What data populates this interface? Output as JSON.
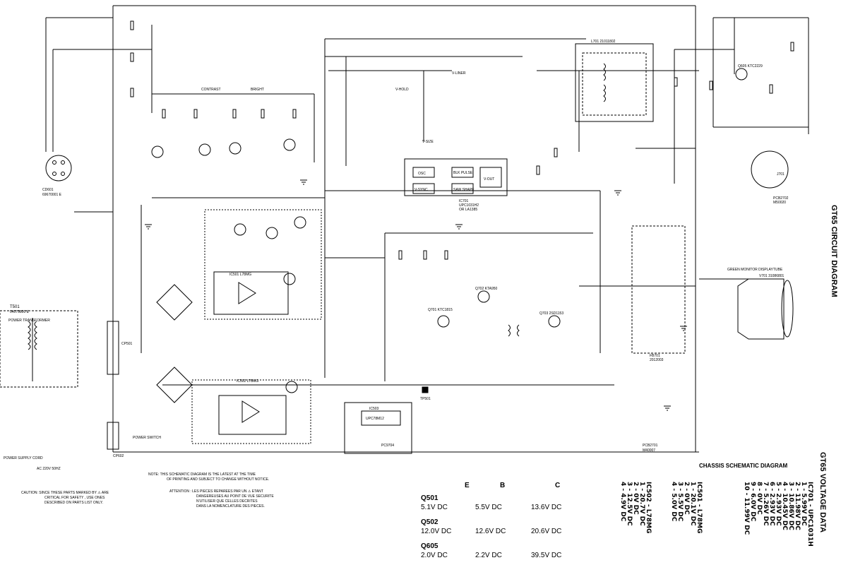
{
  "title": "GT65 CIRCUIT DIAGRAM",
  "chassis_title": "CHASSIS SCHEMATIC DIAGRAM",
  "voltage_title": "GT65 VOLTAGE DATA",
  "notes": {
    "note_line1": "NOTE: THIS SCHEMATIC DIAGRAM IS THE LATEST AT THE TIME",
    "note_line2": "OF PRINTING AND SUBJECT TO CHANGE WITHOUT NOTICE.",
    "caution_line1": "CAUTION: SINCE THESE PARTS MARKED BY ⚠ ARE",
    "caution_line2": "CRITICAL FOR SAFETY , USE ONES",
    "caution_line3": "DESCRIBED ON PARTS LIST ONLY.",
    "attention_line1": "ATTENTION : LES PIECES REPAREES PAR UN ⚠ ETANT",
    "attention_line2": "DANGEREUSES AU POINT DE VUE SECURITE",
    "attention_line3": "N'UTILISER QUE CELLES DECRITES",
    "attention_line4": "DANS LA NOMENCLATURE DES PIECES."
  },
  "voltage_table": {
    "headers": [
      "E",
      "B",
      "C"
    ],
    "rows": [
      {
        "name": "Q501",
        "values": [
          "5.1V DC",
          "5.5V DC",
          "13.6V DC"
        ]
      },
      {
        "name": "Q502",
        "values": [
          "12.0V DC",
          "12.6V DC",
          "20.6V DC"
        ]
      },
      {
        "name": "Q605",
        "values": [
          "2.0V DC",
          "2.2V DC",
          "39.5V DC"
        ]
      }
    ]
  },
  "ic_groups": [
    {
      "title": "IC502 - L78MG",
      "lines": [
        "1 - 20.7V DC",
        "2 - 0V DC",
        "3 - 12.5V DC",
        "4 - 4.9V DC"
      ]
    },
    {
      "title": "IC501 - L78MG",
      "lines": [
        "1 - 20.1V DC",
        "2 - 0V DC",
        "3 - 5.5V DC",
        "4 - 5.0V DC"
      ]
    },
    {
      "title": "IC701 - UPC1031H",
      "lines": [
        "1 - 5.99V DC",
        "2 - 11.98V DC",
        "3 - 10.86V DC",
        "4 - 10.45V DC",
        "5 - 2.93V DC",
        "6 - 2.93V DC",
        "7 - 5.26V DC",
        "8 - 0V DC",
        "9 - 6.0V DC",
        "10 - 11.99V DC"
      ]
    }
  ],
  "blocks": {
    "l701": "L701  21011802",
    "crt_label": "GREEN MONITOR DISPLAYTUBE",
    "v701": "V701  31086801",
    "t501": "T501",
    "t501_part": "04079800 E",
    "power_transformer": "POWER TRANSFORMER",
    "power_cord": "POWER SUPPLY CORD",
    "cp602": "CP602",
    "ac_rating": "AC 220V 50HZ",
    "power_switch": "POWER SWITCH",
    "cp501": "CP501",
    "ic501": "IC501  L78MG",
    "ic502": "IC502  L78MG",
    "ic503": "IC503",
    "upc": "UPC78M12",
    "pcb2701": "PCB2701",
    "m40007": "M40007",
    "pcb2704": "PC9704",
    "tp501": "TP501",
    "ic701": "IC701",
    "ic701_part": "UPC1031H2",
    "ic701_alt": "OR LA1385",
    "osc": "OSC",
    "vsync": "V-SYNC",
    "blk_pulse": "BLK PULSE",
    "saw_shape": "SAW SHAPE",
    "vout": "V-OUT",
    "fb701": "FB701",
    "fb_part": "2012003",
    "cd601": "CD601",
    "cd601_part": "69670001 E",
    "contrast": "CONTRAST",
    "bright": "BRIGHT",
    "vhold": "V-HOLD",
    "vsize": "V-SIZE",
    "vlin": "V-LINER",
    "q701": "Q701  KTC1815",
    "q702": "Q702  KTA950",
    "q703": "Q703  2SD1153",
    "q605": "Q605  KTC2229",
    "j701": "J701",
    "pcb2702": "PCB2702",
    "m50020": "M50020"
  }
}
